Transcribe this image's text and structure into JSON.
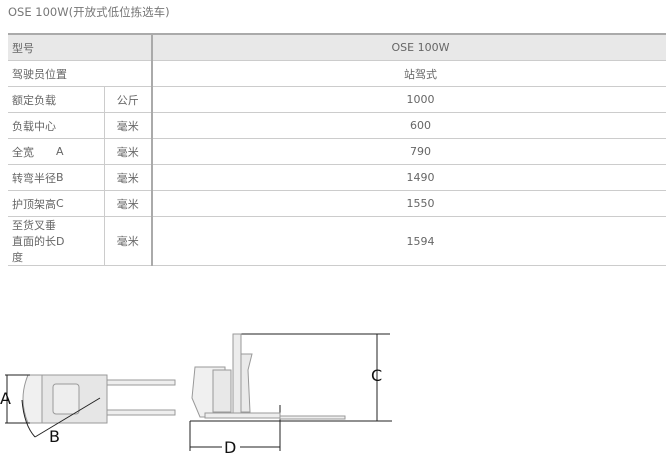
{
  "title": "OSE 100W(开放式低位拣选车)",
  "table": {
    "header": {
      "label": "型号",
      "value": "OSE 100W"
    },
    "rows": [
      {
        "label": "驾驶员位置",
        "letter": "",
        "unit": "",
        "value": "站驾式"
      },
      {
        "label": "额定负载",
        "letter": "",
        "unit": "公斤",
        "value": "1000"
      },
      {
        "label": "负载中心",
        "letter": "",
        "unit": "毫米",
        "value": "600"
      },
      {
        "label": "全宽",
        "letter": "A",
        "unit": "毫米",
        "value": "790"
      },
      {
        "label": "转弯半径",
        "letter": "B",
        "unit": "毫米",
        "value": "1490"
      },
      {
        "label": "护顶架高",
        "letter": "C",
        "unit": "毫米",
        "value": "1550"
      },
      {
        "label": "至货叉垂直面的长度",
        "letter": "D",
        "unit": "毫米",
        "value": "1594"
      }
    ]
  },
  "diagram": {
    "a": "A",
    "b": "B",
    "c": "C",
    "d": "D"
  }
}
